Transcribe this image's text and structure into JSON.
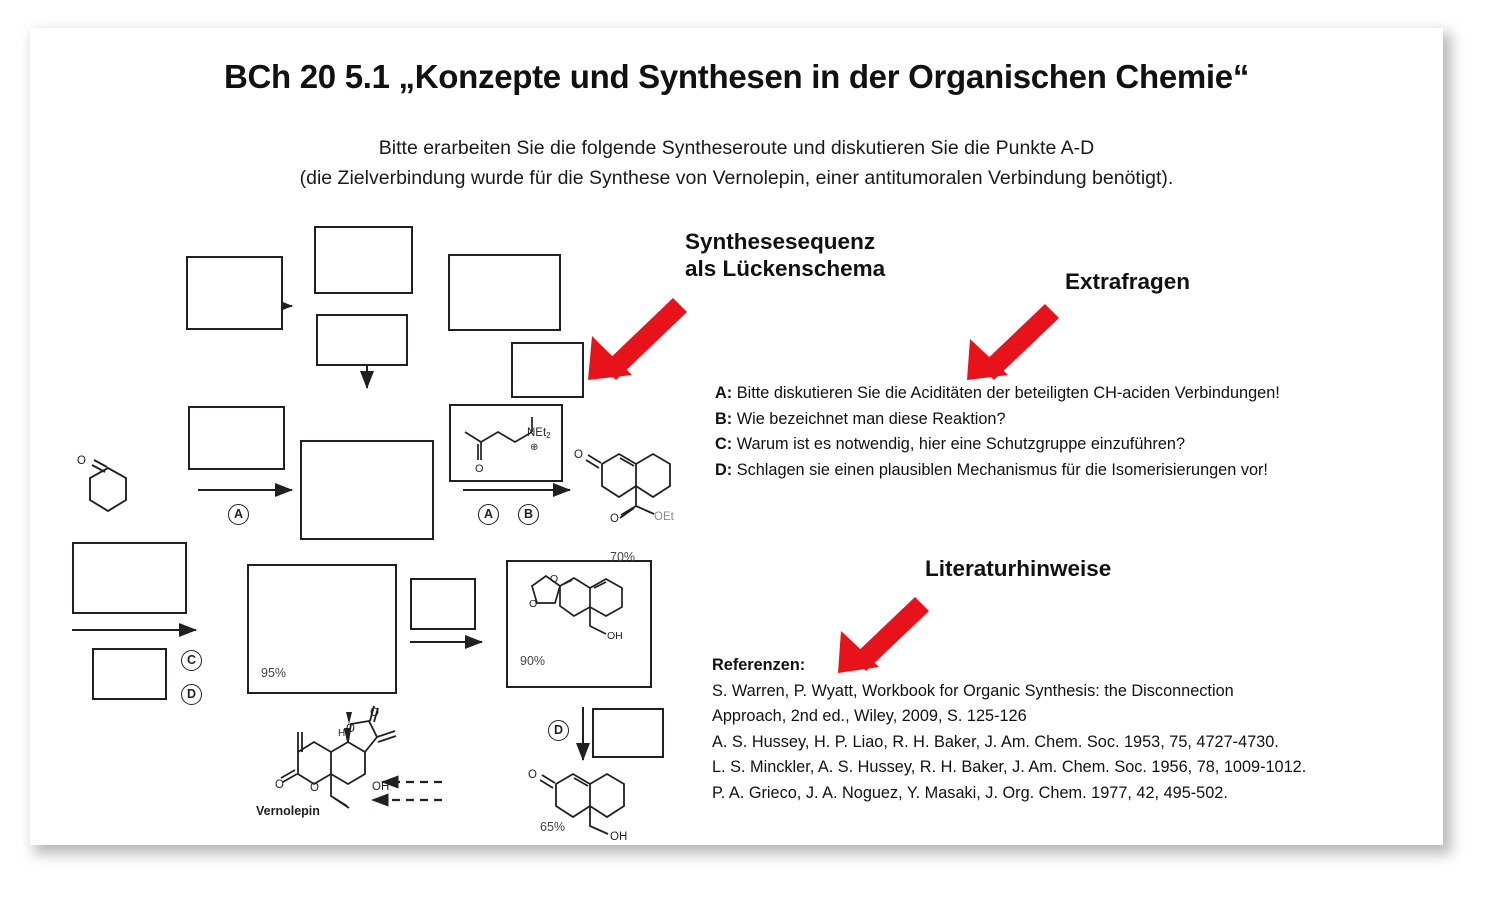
{
  "slide": {
    "title": "BCh 20 5.1 „Konzepte und Synthesen in der Organischen Chemie“",
    "subtitle_line1": "Bitte erarbeiten Sie die folgende Syntheseroute und diskutieren Sie die Punkte A-D",
    "subtitle_line2": "(die Zielverbindung wurde für die Synthese von Vernolepin, einer antitumoralen Verbindung benötigt)."
  },
  "annotations": {
    "scheme_label_line1": "Synthesesequenz",
    "scheme_label_line2": "als Lückenschema",
    "questions_label": "Extrafragen",
    "references_label": "Literaturhinweise",
    "arrow_color": "#e8131a"
  },
  "questions": [
    {
      "letter": "A:",
      "text": "Bitte diskutieren Sie die Aciditäten der beteiligten CH-aciden Verbindungen!"
    },
    {
      "letter": "B:",
      "text": "Wie bezeichnet man diese Reaktion?"
    },
    {
      "letter": "C:",
      "text": "Warum ist es notwendig, hier eine Schutzgruppe einzuführen?"
    },
    {
      "letter": "D:",
      "text": "Schlagen sie einen plausiblen Mechanismus für die Isomerisierungen vor!"
    }
  ],
  "references": {
    "heading": "Referenzen:",
    "items": [
      "S. Warren, P. Wyatt, Workbook for Organic Synthesis: the Disconnection",
      "Approach, 2nd ed., Wiley, 2009, S. 125-126",
      "A. S. Hussey, H. P. Liao, R. H. Baker, J. Am. Chem. Soc. 1953, 75, 4727-4730.",
      "L. S. Minckler, A. S. Hussey, R. H. Baker, J. Am. Chem. Soc. 1956, 78, 1009-1012.",
      "P. A. Grieco, J. A. Noguez, Y. Masaki, J. Org. Chem. 1977, 42, 495-502."
    ]
  },
  "scheme": {
    "yields": {
      "step1": "70%",
      "step2": "95%",
      "step3": "90%",
      "step4": "65%"
    },
    "condition_markers": {
      "m1": "A",
      "m2": "A",
      "m3": "B",
      "m4": "C",
      "m5": "D",
      "m6": "D"
    },
    "structures": {
      "mannich_salt_label": "NEt",
      "mannich_salt_sub": "2",
      "mannich_charge": "⊕",
      "ester_label": "OEt",
      "hydroxy_label_1": "OH",
      "hydroxy_label_2": "OH",
      "hydroxy_label_3": "OH",
      "stereo_h": "H",
      "target_name": "Vernolepin"
    }
  }
}
